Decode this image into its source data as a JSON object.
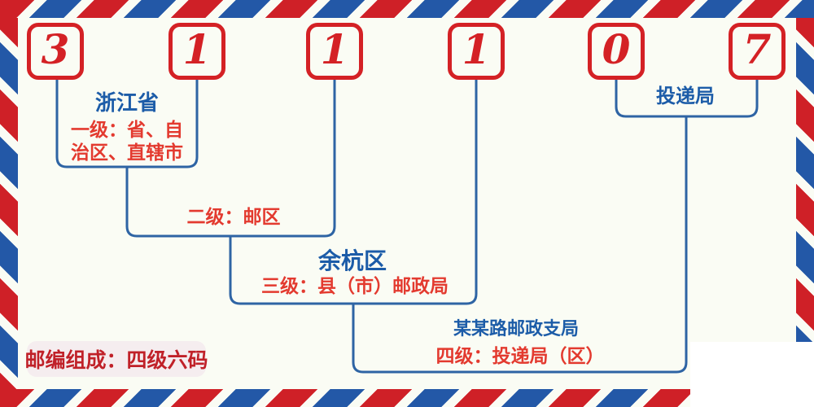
{
  "postal_code": {
    "digits": [
      "3",
      "1",
      "1",
      "1",
      "0",
      "7"
    ]
  },
  "labels": {
    "level1_name": "浙江省",
    "level1_desc_line1": "一级：省、自",
    "level1_desc_line2": "治区、直辖市",
    "level2_desc": "二级：邮区",
    "level3_name": "余杭区",
    "level3_desc": "三级：县（市）邮政局",
    "level4_name": "某某路邮政支局",
    "level4_desc": "四级：投递局（区）",
    "delivery_office": "投递局"
  },
  "badge": {
    "text": "邮编组成：四级六码"
  },
  "colors": {
    "red": "#d42125",
    "annotation_red": "#e33a2f",
    "blue_text": "#1c5ca8",
    "line_blue": "#2e64a4",
    "stripe_red": "#cf2027",
    "stripe_blue": "#2358a7",
    "background": "#fafcf4",
    "badge_background": "#f5edef",
    "badge_text_red": "#c02128",
    "patch_white": "#ffffff"
  }
}
